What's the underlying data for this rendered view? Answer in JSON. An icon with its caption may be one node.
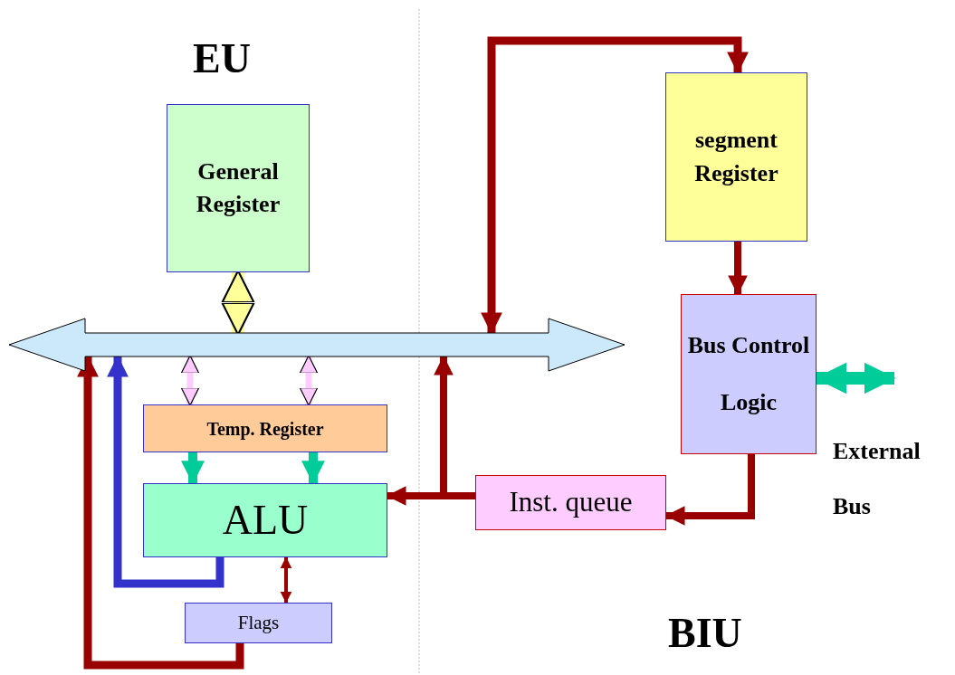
{
  "diagram": {
    "nodes": [
      {
        "text": [
          "General Register"
        ]
      },
      {
        "text": [],
        "shape": "arrow"
      },
      {
        "text": [
          "Temp. Register"
        ]
      },
      {
        "text": [
          "ALU"
        ]
      },
      {
        "text": [
          "Flags"
        ]
      },
      {
        "text": [
          "segment Register"
        ]
      },
      {
        "text": [
          "Bus Control Logic"
        ]
      },
      {
        "text": [
          "Inst. queue"
        ]
      }
    ],
    "edges": [
      {
        "from": 0,
        "to": 1,
        "arrow": "both",
        "color": "#ffff99"
      },
      {
        "from": 1,
        "to": 2,
        "arrow": "both",
        "color": "#ffccff"
      },
      {
        "from": 1,
        "to": 2,
        "arrow": "both",
        "color": "#ffccff"
      },
      {
        "from": 2,
        "to": 3,
        "arrow": "to",
        "color": "#00cc99"
      },
      {
        "from": 2,
        "to": 3,
        "arrow": "to",
        "color": "#00cc99"
      },
      {
        "from": 3,
        "to": 1,
        "arrow": "to",
        "color": "#3333cc"
      },
      {
        "from": 4,
        "to": 1,
        "arrow": "to"
      },
      {
        "from": 3,
        "to": 4,
        "arrow": "both"
      },
      {
        "from": 7,
        "to": 3,
        "arrow": "to"
      },
      {
        "from": 7,
        "to": 1,
        "arrow": "to"
      },
      {
        "from": 1,
        "to": 5,
        "arrow": "both"
      },
      {
        "from": 5,
        "to": 6,
        "arrow": "to"
      },
      {
        "from": 6,
        "to": 7,
        "arrow": "to"
      },
      {
        "from": 6,
        "to": null,
        "arrow": "both",
        "color": "#00cc99"
      }
    ],
    "labels": [
      "EU",
      "External Bus",
      "BIU"
    ]
  }
}
